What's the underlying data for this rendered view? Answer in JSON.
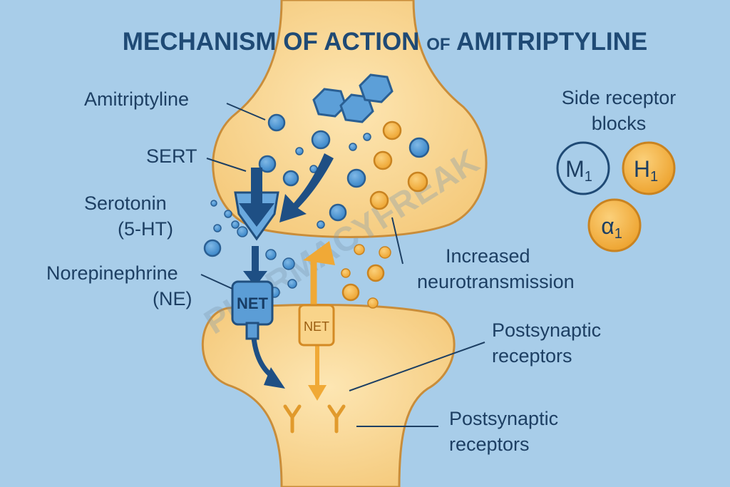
{
  "title": {
    "main": "MECHANISM OF ACTION",
    "of": "OF",
    "drug": "AMITRIPTYLINE"
  },
  "labels": {
    "amitriptyline": "Amitriptyline",
    "sert": "SERT",
    "serotonin_1": "Serotonin",
    "serotonin_2": "(5-HT)",
    "norepinephrine_1": "Norepinephrine",
    "norepinephrine_2": "(NE)",
    "increased_1": "Increased",
    "increased_2": "neurotransmission",
    "postsyn_a_1": "Postsynaptic",
    "postsyn_a_2": "receptors",
    "postsyn_b_1": "Postsynaptic",
    "postsyn_b_2": "receptors",
    "side_1": "Side receptor",
    "side_2": "blocks"
  },
  "transporters": {
    "net_blue": "NET",
    "net_orange": "NET"
  },
  "side_receptors": [
    {
      "label": "M",
      "sub": "1",
      "color": "#a8cde9"
    },
    {
      "label": "H",
      "sub": "1",
      "color": "#f6c76a"
    },
    {
      "label": "α",
      "sub": "1",
      "color": "#f6c76a"
    }
  ],
  "watermark": "PHARMACYFREAK",
  "colors": {
    "background": "#a8cde9",
    "neuron": "#f8d592",
    "blue": "#2f6fa8",
    "orange": "#f0a936",
    "text": "#1d3f63"
  }
}
